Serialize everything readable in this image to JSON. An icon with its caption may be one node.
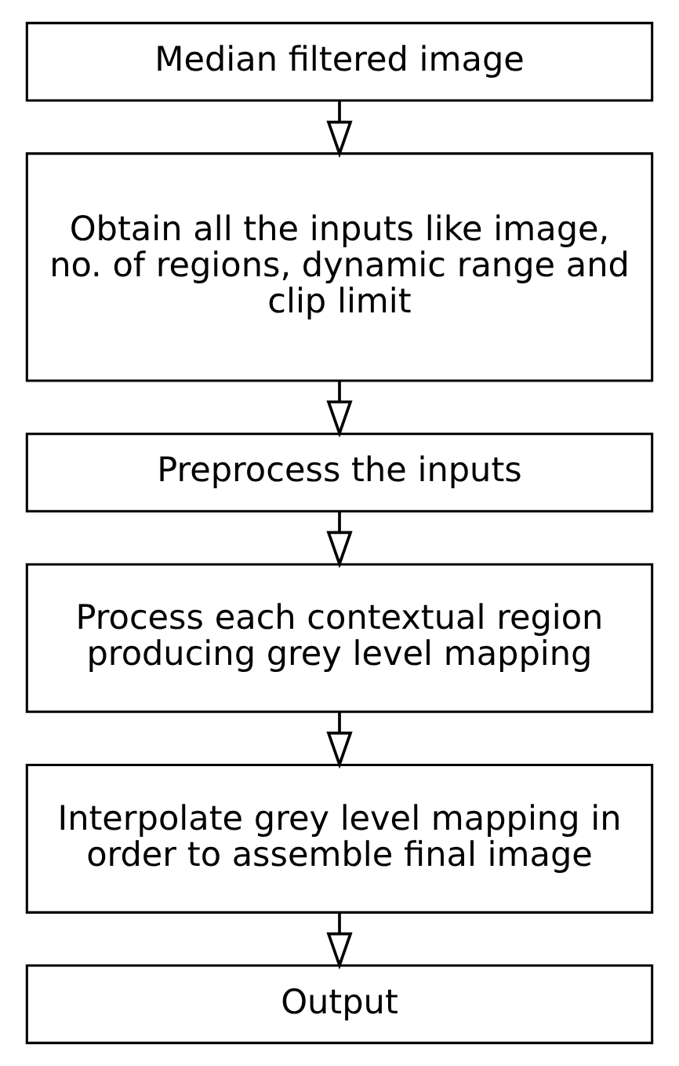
{
  "diagram": {
    "nodes": [
      {
        "text": [
          "Median filtered image"
        ]
      },
      {
        "text": [
          "Obtain all the inputs like image, no. of regions, dynamic range and clip limit"
        ]
      },
      {
        "text": [
          "Preprocess the inputs"
        ]
      },
      {
        "text": [
          "Process each contextual region producing grey level mapping"
        ]
      },
      {
        "text": [
          "Interpolate grey level mapping in order to assemble final image"
        ]
      },
      {
        "text": [
          "Output"
        ]
      }
    ],
    "edges": [
      {
        "from": 0,
        "to": 1,
        "arrow": "to"
      },
      {
        "from": 1,
        "to": 2,
        "arrow": "to"
      },
      {
        "from": 2,
        "to": 3,
        "arrow": "to"
      },
      {
        "from": 3,
        "to": 4,
        "arrow": "to"
      },
      {
        "from": 4,
        "to": 5,
        "arrow": "to"
      }
    ]
  }
}
